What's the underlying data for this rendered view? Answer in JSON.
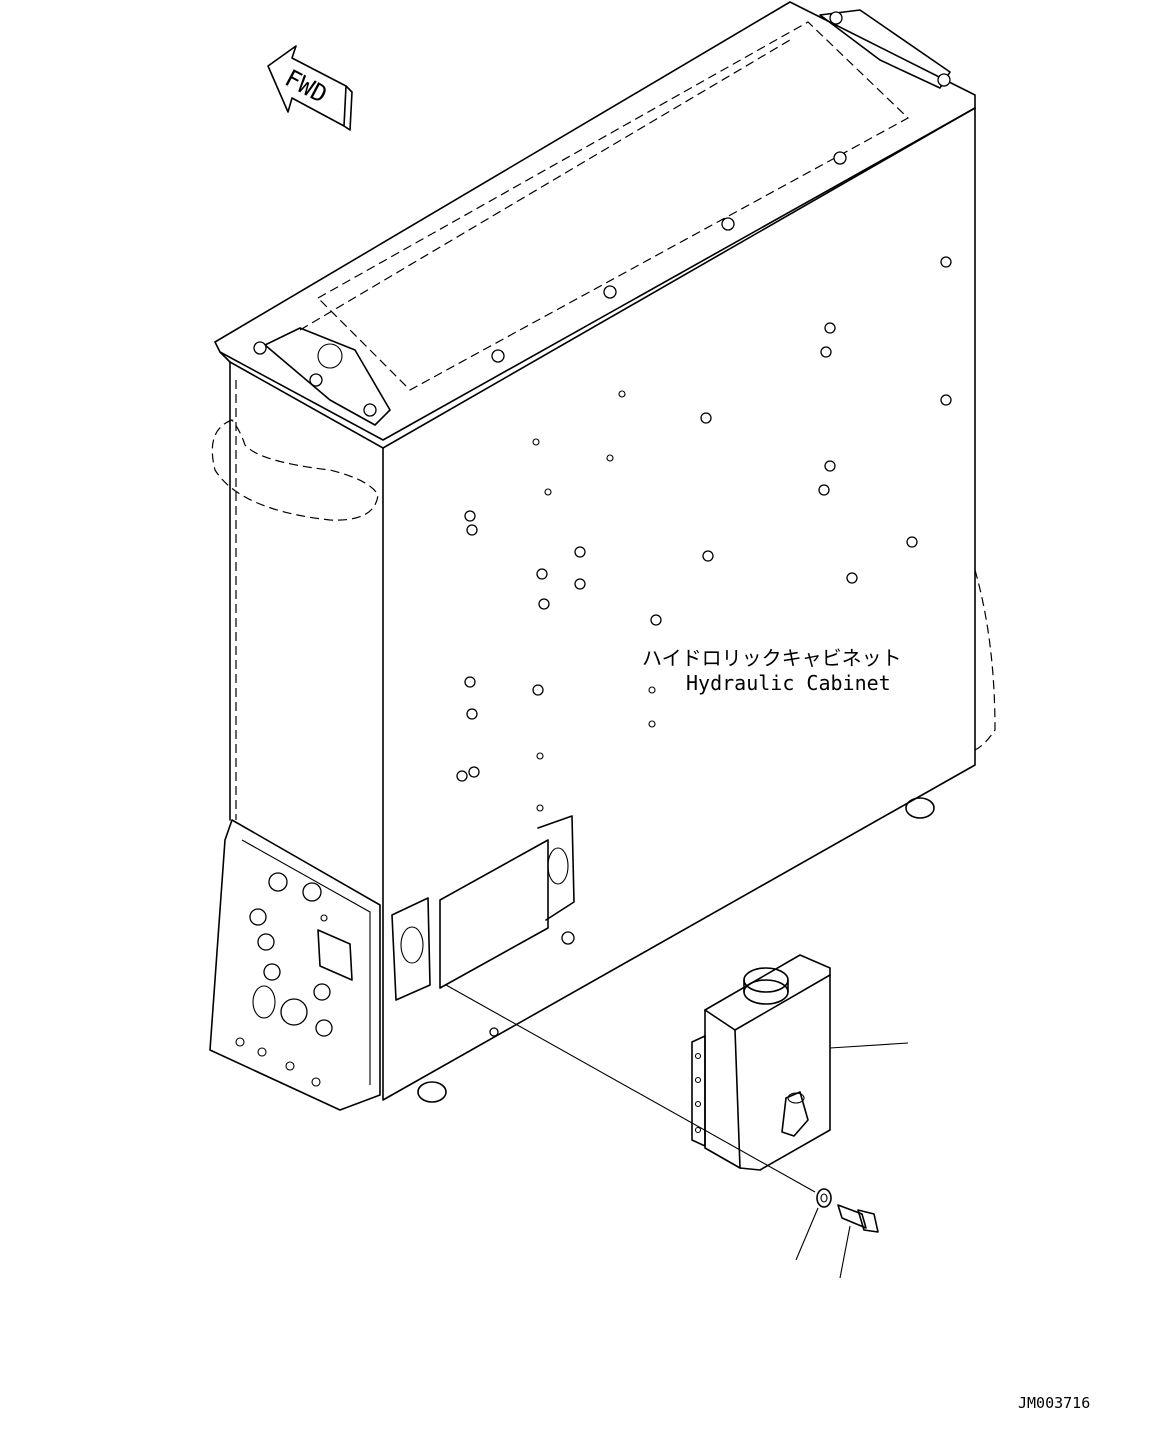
{
  "direction_arrow": {
    "label": "FWD"
  },
  "cabinet_label": {
    "japanese": "ハイドロリックキャビネット",
    "english": "Hydraulic Cabinet"
  },
  "drawing_number": "JM003716",
  "colors": {
    "line": "#000000",
    "background": "#ffffff"
  }
}
